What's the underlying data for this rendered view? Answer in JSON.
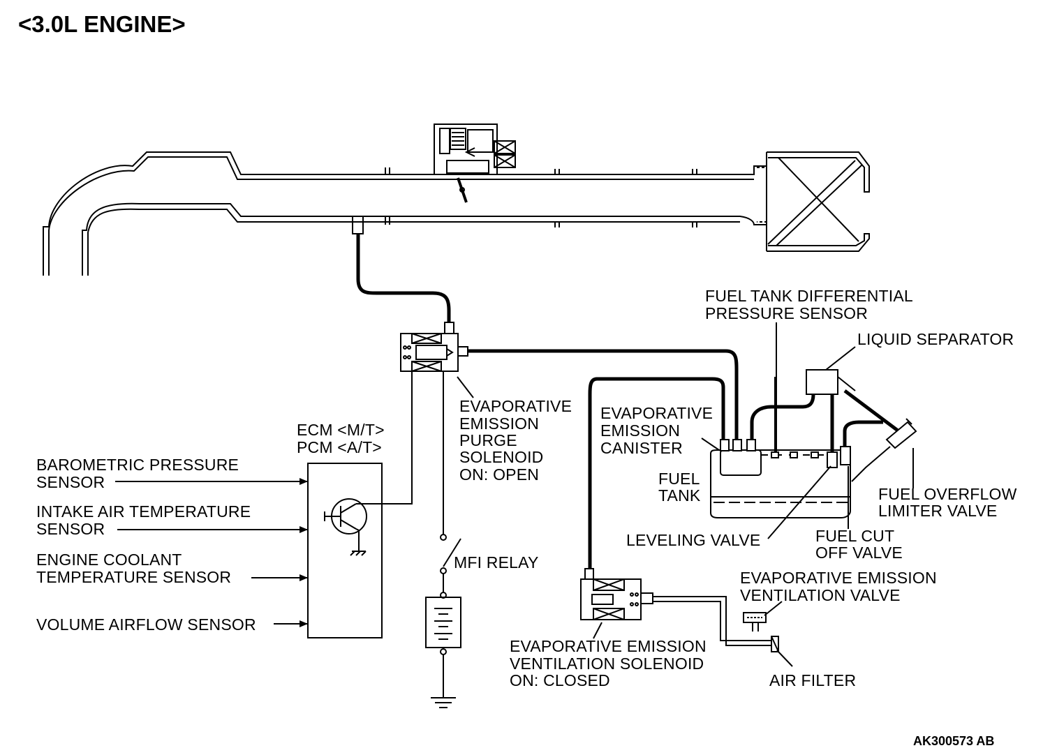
{
  "title": "<3.0L ENGINE>",
  "figure_code": "AK300573 AB",
  "labels": {
    "ecm": "ECM <M/T>",
    "pcm": "PCM <A/T>",
    "baro_1": "BAROMETRIC PRESSURE",
    "baro_2": "SENSOR",
    "iat_1": "INTAKE AIR TEMPERATURE",
    "iat_2": "SENSOR",
    "ect_1": "ENGINE COOLANT",
    "ect_2": "TEMPERATURE SENSOR",
    "vaf": "VOLUME AIRFLOW SENSOR",
    "purge_1": "EVAPORATIVE",
    "purge_2": "EMISSION",
    "purge_3": "PURGE",
    "purge_4": "SOLENOID",
    "purge_5": "ON: OPEN",
    "mfi_relay": "MFI RELAY",
    "canister_1": "EVAPORATIVE",
    "canister_2": "EMISSION",
    "canister_3": "CANISTER",
    "fuel_tank_1": "FUEL",
    "fuel_tank_2": "TANK",
    "diff_sensor_1": "FUEL TANK DIFFERENTIAL",
    "diff_sensor_2": "PRESSURE SENSOR",
    "liquid_sep": "LIQUID SEPARATOR",
    "overflow_1": "FUEL OVERFLOW",
    "overflow_2": "LIMITER VALVE",
    "leveling": "LEVELING VALVE",
    "fuel_cut_1": "FUEL CUT",
    "fuel_cut_2": "OFF VALVE",
    "vent_valve_1": "EVAPORATIVE EMISSION",
    "vent_valve_2": "VENTILATION VALVE",
    "vent_sol_1": "EVAPORATIVE EMISSION",
    "vent_sol_2": "VENTILATION SOLENOID",
    "vent_sol_3": "ON: CLOSED",
    "air_filter": "AIR FILTER"
  }
}
